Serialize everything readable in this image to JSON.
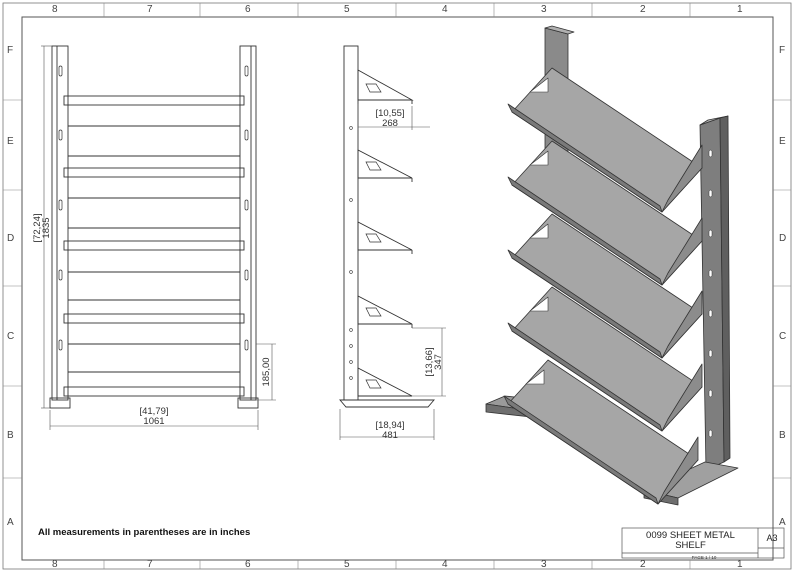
{
  "sheet": {
    "column_labels": [
      "8",
      "7",
      "6",
      "5",
      "4",
      "3",
      "2",
      "1"
    ],
    "row_labels": [
      "F",
      "E",
      "D",
      "C",
      "B",
      "A"
    ],
    "note": "All measurements in parentheses are in inches",
    "title_block": {
      "title_line1": "0099 SHEET METAL",
      "title_line2": "SHELF",
      "size": "A3",
      "page": "PAGE 1 / 10"
    }
  },
  "front_view": {
    "height_in": "[72,24]",
    "height_mm": "1835",
    "width_in": "[41,79]",
    "width_mm": "1061",
    "bottom_gap": "185,00"
  },
  "side_view": {
    "shelf_depth_in": "[10,55]",
    "shelf_depth_mm": "268",
    "bottom_height_in": "[13,66]",
    "bottom_height_mm": "347",
    "base_depth_in": "[18,94]",
    "base_depth_mm": "481"
  },
  "colors": {
    "line": "#333333",
    "border": "#555555",
    "metal_top": "#9c9c9c",
    "metal_dark": "#6a6a6a"
  }
}
